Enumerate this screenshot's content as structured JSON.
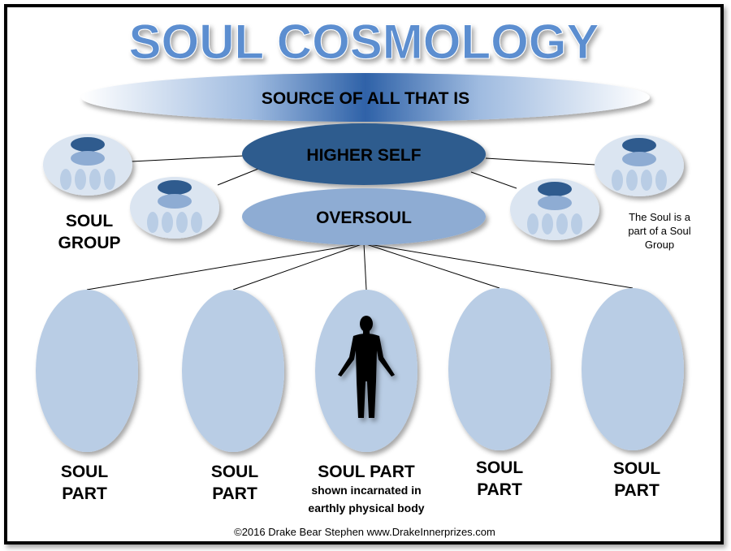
{
  "title": "SOUL COSMOLOGY",
  "source": "SOURCE OF ALL THAT IS",
  "higher_self": "HIGHER SELF",
  "oversoul": "OVERSOUL",
  "soul_group": {
    "line1": "SOUL",
    "line2": "GROUP"
  },
  "soul_group_note": {
    "line1": "The Soul is a",
    "line2": "part of a Soul",
    "line3": "Group"
  },
  "soul_parts": [
    {
      "line1": "SOUL",
      "line2": "PART"
    },
    {
      "line1": "SOUL",
      "line2": "PART"
    },
    {
      "line1": "SOUL PART",
      "line2": "shown incarnated in",
      "line3": "earthly physical body"
    },
    {
      "line1": "SOUL",
      "line2": "PART"
    },
    {
      "line1": "SOUL",
      "line2": "PART"
    }
  ],
  "footer": "©2016 Drake Bear Stephen www.DrakeInnerprizes.com",
  "colors": {
    "dark": "#2f5b8e",
    "mid": "#8eacd3",
    "light": "#dbe5f1",
    "part": "#b9cde5",
    "title": "#5b8ed0"
  }
}
